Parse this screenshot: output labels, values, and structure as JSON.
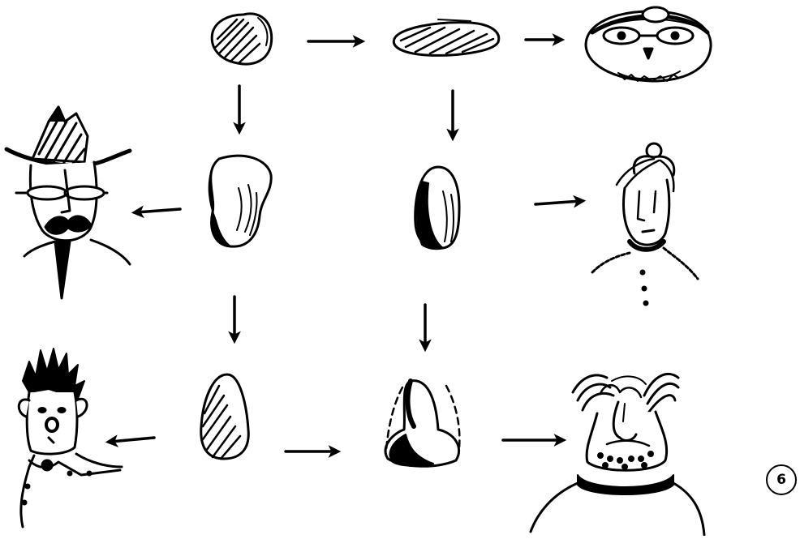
{
  "figure": {
    "description_free": true,
    "stroke_color": "#000000",
    "background": "#ffffff",
    "page_number": "6",
    "shapes": [
      {
        "name": "round-blob",
        "kind": "shape"
      },
      {
        "name": "flat-oval",
        "kind": "shape"
      },
      {
        "name": "kidney-lump",
        "kind": "shape"
      },
      {
        "name": "bullet-lump",
        "kind": "shape"
      },
      {
        "name": "tall-wedge",
        "kind": "shape"
      },
      {
        "name": "big-nose",
        "kind": "shape"
      }
    ],
    "faces": [
      {
        "name": "goggle-face",
        "derived_from": "flat-oval"
      },
      {
        "name": "hat-mustache-face",
        "derived_from": "kidney-lump"
      },
      {
        "name": "long-face",
        "derived_from": "bullet-lump"
      },
      {
        "name": "spiky-hair-face",
        "derived_from": "tall-wedge"
      },
      {
        "name": "wild-hair-face",
        "derived_from": "big-nose"
      }
    ],
    "arrows": [
      {
        "from": "round-blob",
        "to": "flat-oval",
        "direction": "right"
      },
      {
        "from": "flat-oval",
        "to": "goggle-face",
        "direction": "right"
      },
      {
        "from": "round-blob",
        "to": "kidney-lump",
        "direction": "down"
      },
      {
        "from": "flat-oval",
        "to": "bullet-lump",
        "direction": "down"
      },
      {
        "from": "kidney-lump",
        "to": "hat-mustache-face",
        "direction": "left"
      },
      {
        "from": "bullet-lump",
        "to": "long-face",
        "direction": "right"
      },
      {
        "from": "kidney-lump",
        "to": "tall-wedge",
        "direction": "down"
      },
      {
        "from": "bullet-lump",
        "to": "big-nose",
        "direction": "down"
      },
      {
        "from": "tall-wedge",
        "to": "spiky-hair-face",
        "direction": "left"
      },
      {
        "from": "tall-wedge",
        "to": "big-nose",
        "direction": "right"
      },
      {
        "from": "big-nose",
        "to": "wild-hair-face",
        "direction": "right"
      }
    ]
  }
}
